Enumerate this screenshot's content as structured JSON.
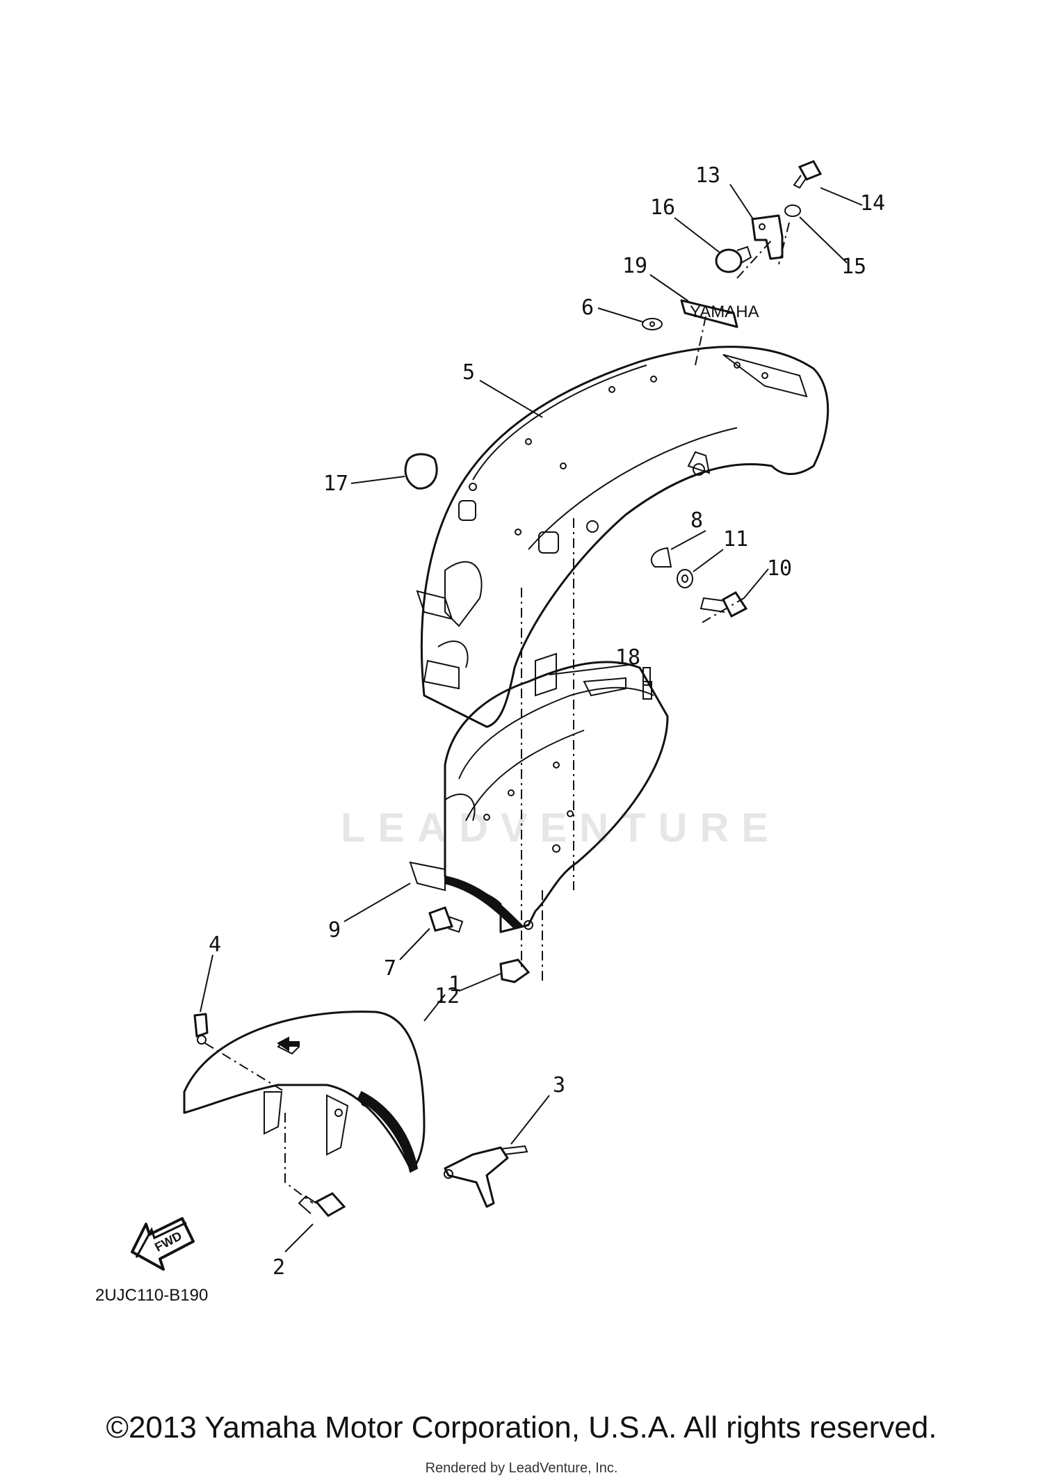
{
  "diagram_code": "2UJC110-B190",
  "watermark": "LEADVENTURE",
  "fwd_label": "FWD",
  "copyright": "©2013 Yamaha Motor Corporation, U.S.A. All rights reserved.",
  "rendered_by": "Rendered by LeadVenture, Inc.",
  "callouts": {
    "c1": "1",
    "c2": "2",
    "c3": "3",
    "c4": "4",
    "c5": "5",
    "c6": "6",
    "c7": "7",
    "c8": "8",
    "c9": "9",
    "c10": "10",
    "c11": "11",
    "c12": "12",
    "c13": "13",
    "c14": "14",
    "c15": "15",
    "c16": "16",
    "c17": "17",
    "c18": "18",
    "c19": "19"
  }
}
